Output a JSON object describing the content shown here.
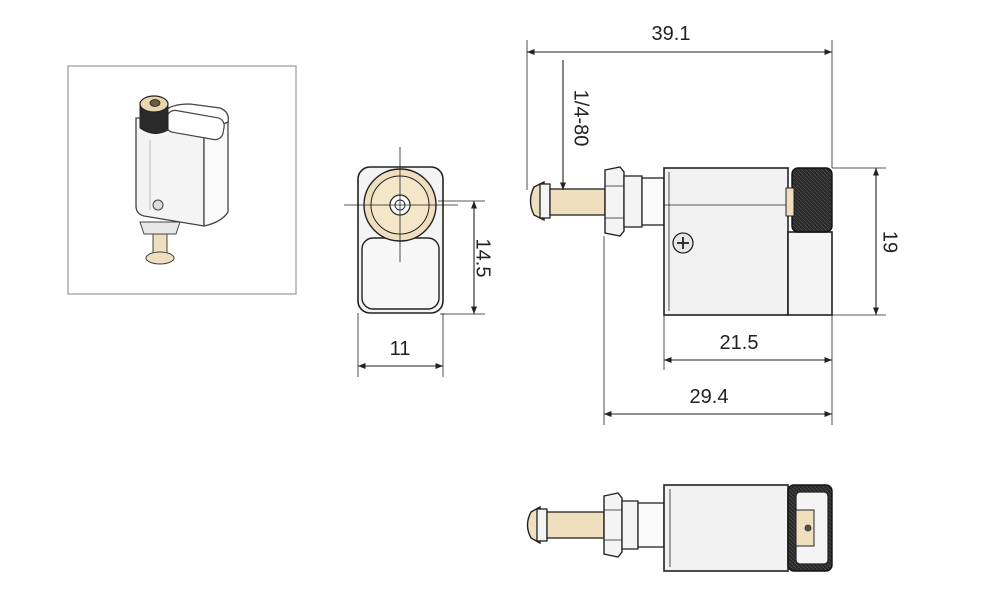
{
  "colors": {
    "brass": "#f0dfbe",
    "brass_dark": "#d9c49a",
    "metal": "#f2f2f2",
    "metal_light": "#fbfbfb",
    "knurl": "#2a2a2a",
    "line": "#222222"
  },
  "dimensions": {
    "overall_length": "39.1",
    "thread_spec": "1/4-80",
    "height": "19",
    "body_length": "21.5",
    "total_length": "29.4",
    "front_height": "14.5",
    "front_width": "11"
  },
  "icons": {
    "screw": "phillips-screw-icon",
    "knob": "knurled-knob-icon"
  }
}
